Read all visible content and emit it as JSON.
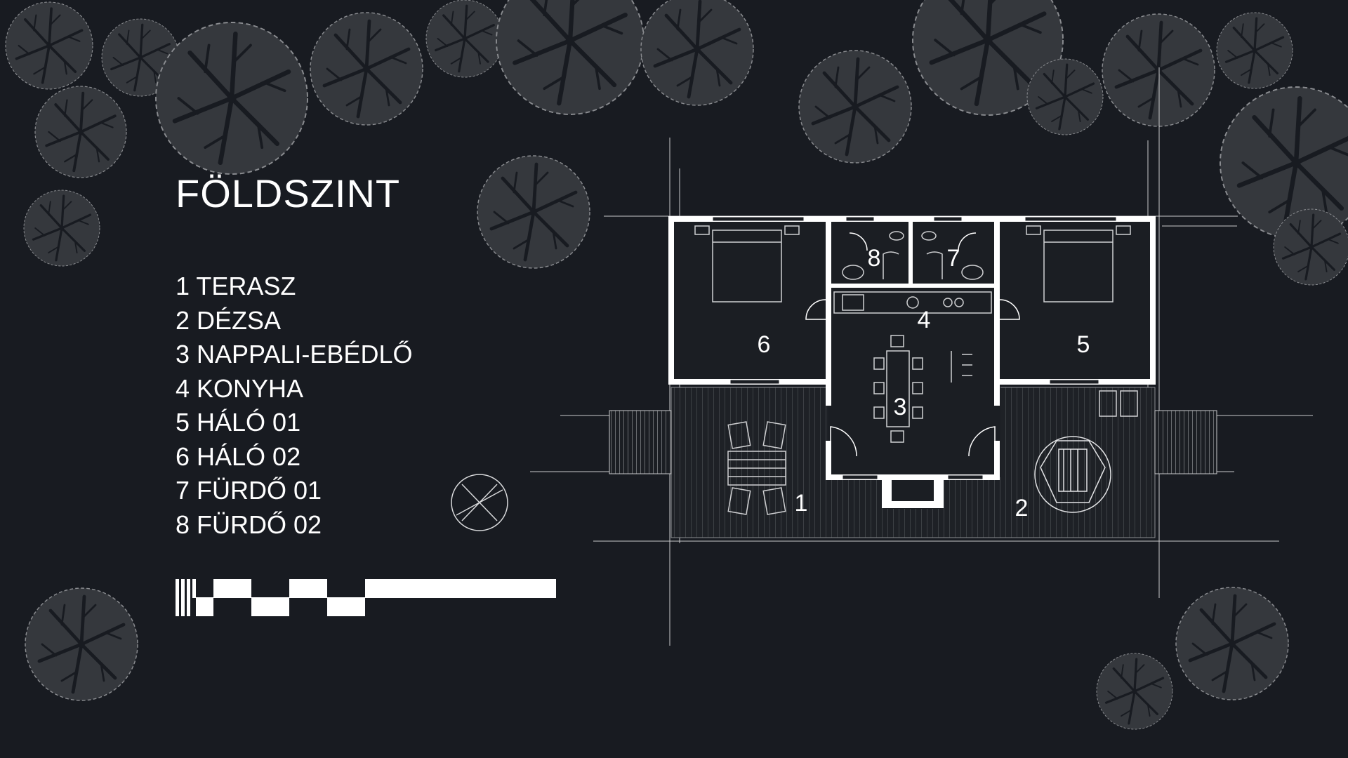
{
  "title": "FÖLDSZINT",
  "legend": [
    "1 TERASZ",
    "2 DÉZSA",
    "3 NAPPALI-EBÉDLŐ",
    "4 KONYHA",
    "5 HÁLÓ 01",
    "6 HÁLÓ 02",
    "7 FÜRDŐ 01",
    "8 FÜRDŐ 02"
  ],
  "room_labels": [
    "1",
    "2",
    "3",
    "4",
    "5",
    "6",
    "7",
    "8"
  ],
  "colors": {
    "background": "#181b21",
    "tree_fill": "#35383d",
    "floor": "#1b1e23",
    "wall": "#ffffff",
    "line": "#d9dadc",
    "deck": "#1e2126"
  }
}
